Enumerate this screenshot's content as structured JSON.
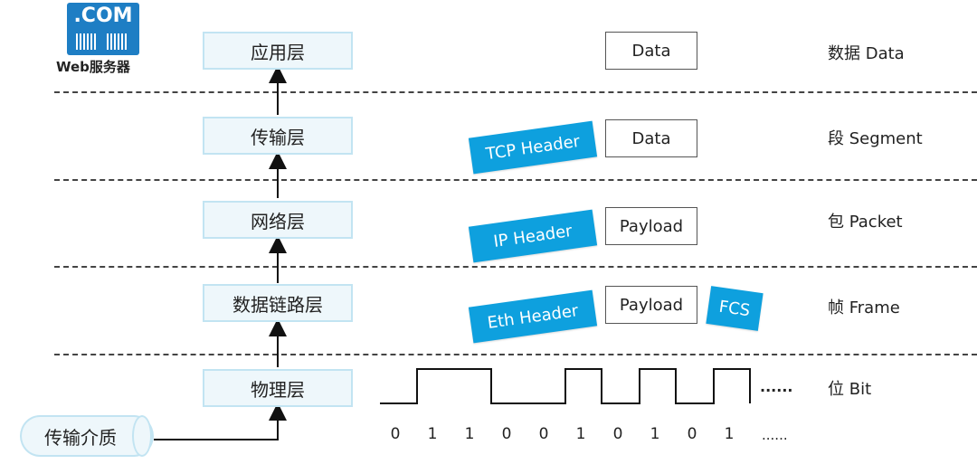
{
  "server": {
    "badge": ".COM",
    "label": "Web服务器"
  },
  "layers": [
    {
      "name": "应用层"
    },
    {
      "name": "传输层"
    },
    {
      "name": "网络层"
    },
    {
      "name": "数据链路层"
    },
    {
      "name": "物理层"
    }
  ],
  "pdu_names": [
    "数据 Data",
    "段 Segment",
    "包 Packet",
    "帧 Frame",
    "位 Bit"
  ],
  "encapsulation": {
    "application": {
      "data": "Data"
    },
    "transport": {
      "header": "TCP Header",
      "data": "Data"
    },
    "network": {
      "header": "IP Header",
      "payload": "Payload"
    },
    "datalink": {
      "header": "Eth Header",
      "payload": "Payload",
      "trailer": "FCS"
    }
  },
  "medium": {
    "label": "传输介质"
  },
  "bits": [
    "0",
    "1",
    "1",
    "0",
    "0",
    "1",
    "0",
    "1",
    "0",
    "1"
  ],
  "ellipsis_signal": "......",
  "ellipsis_bits": "......",
  "colors": {
    "header_blue": "#0ea0de",
    "layer_fill": "#eef7fb",
    "layer_border": "#c2e4f2",
    "server_blue": "#1e7ec4"
  }
}
